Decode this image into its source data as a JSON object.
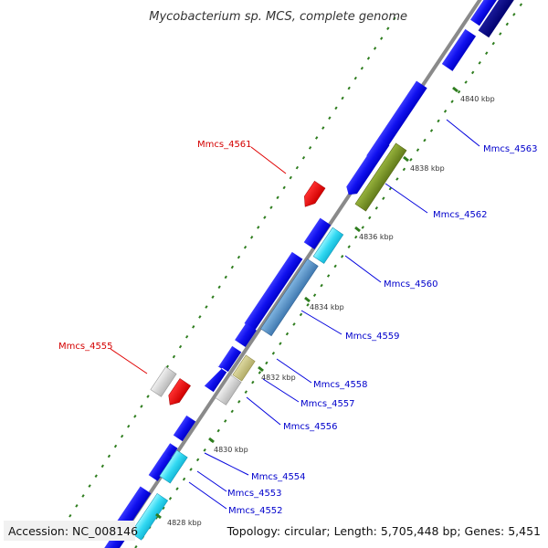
{
  "title": "Mycobacterium sp. MCS, complete genome",
  "footer": {
    "accession": "Accession: NC_008146",
    "summary": "Topology: circular; Length: 5,705,448 bp; Genes: 5,451"
  },
  "colors": {
    "backbone": "#8a8a8a",
    "tick": "#2e7d1e",
    "label_red": "#d40000",
    "label_blue": "#0000cc",
    "leader_red": "#e00000",
    "leader_blue": "#0000dd"
  },
  "kbp_ticks": [
    "4828 kbp",
    "4830 kbp",
    "4832 kbp",
    "4834 kbp",
    "4836 kbp",
    "4838 kbp",
    "4840 kbp"
  ],
  "gene_labels": [
    {
      "text": "Mmcs_4561",
      "color": "red"
    },
    {
      "text": "Mmcs_4555",
      "color": "red"
    },
    {
      "text": "Mmcs_4563",
      "color": "blue"
    },
    {
      "text": "Mmcs_4562",
      "color": "blue"
    },
    {
      "text": "Mmcs_4560",
      "color": "blue"
    },
    {
      "text": "Mmcs_4559",
      "color": "blue"
    },
    {
      "text": "Mmcs_4558",
      "color": "blue"
    },
    {
      "text": "Mmcs_4557",
      "color": "blue"
    },
    {
      "text": "Mmcs_4556",
      "color": "blue"
    },
    {
      "text": "Mmcs_4554",
      "color": "blue"
    },
    {
      "text": "Mmcs_4553",
      "color": "blue"
    },
    {
      "text": "Mmcs_4552",
      "color": "blue"
    }
  ]
}
